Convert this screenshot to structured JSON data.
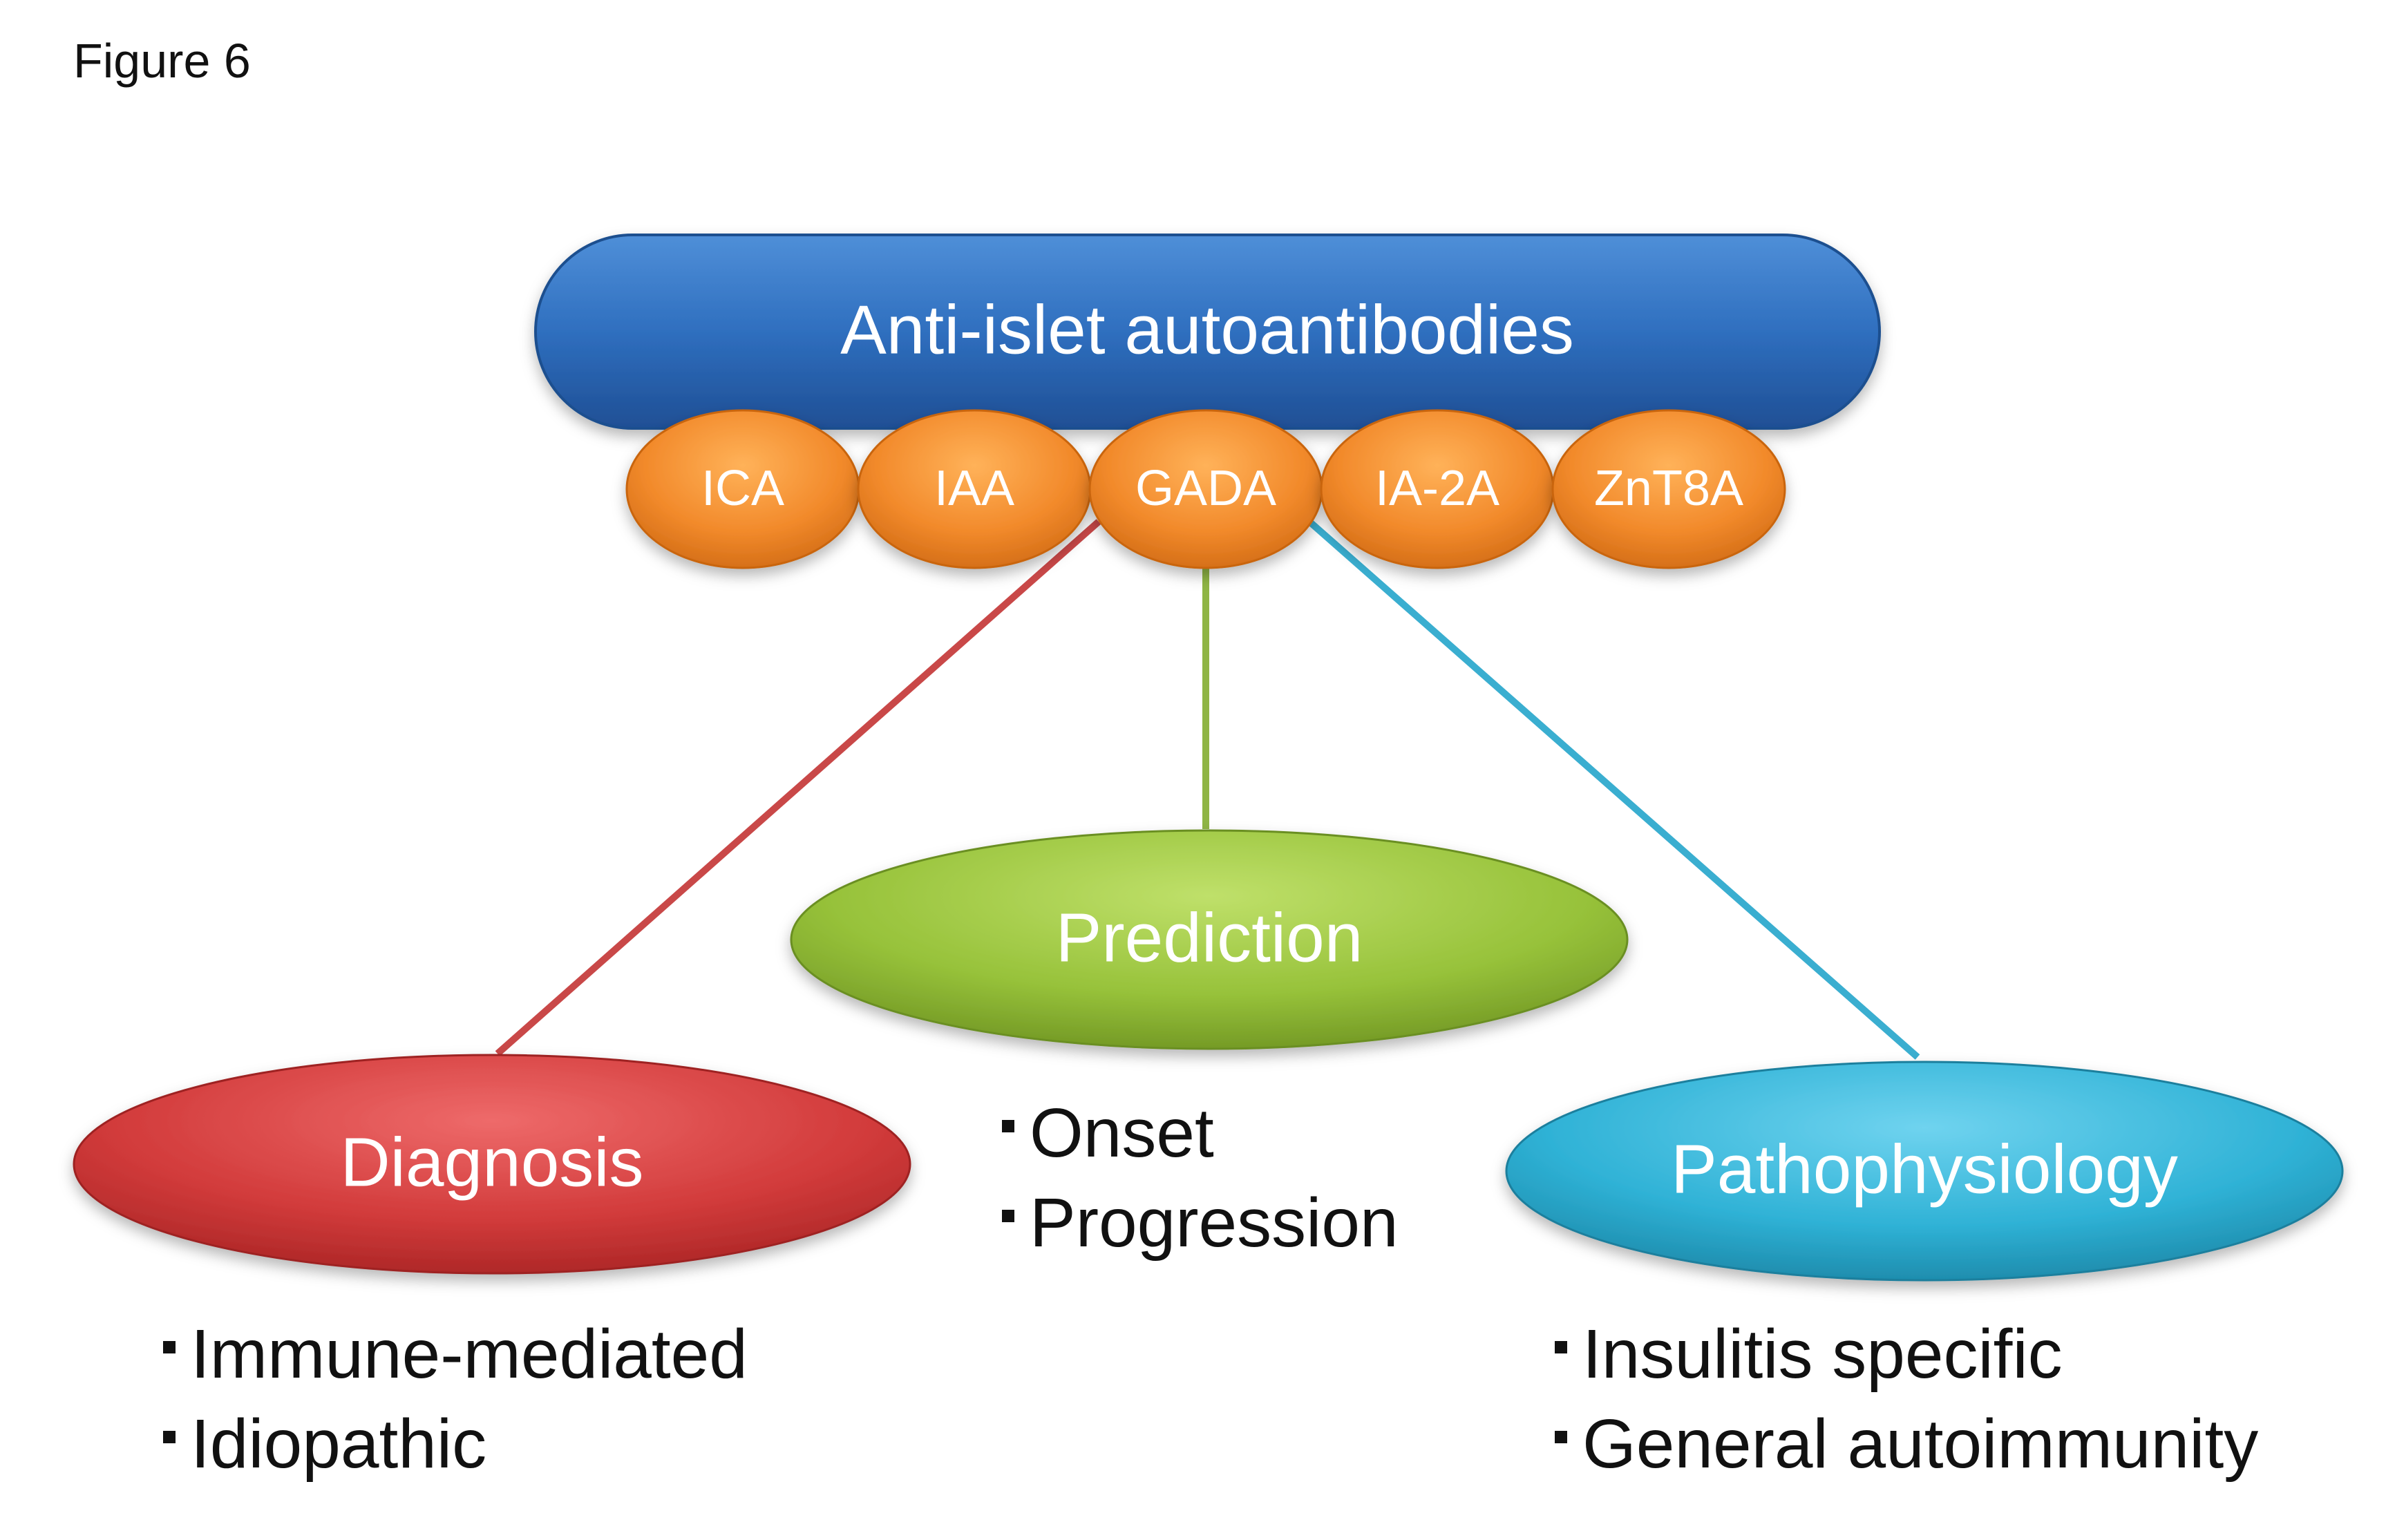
{
  "figure_label": "Figure 6",
  "header": {
    "label": "Anti-islet autoantibodies",
    "color": "#2f6fbf"
  },
  "antibodies": [
    {
      "label": "ICA"
    },
    {
      "label": "IAA"
    },
    {
      "label": "GADA"
    },
    {
      "label": "IA-2A"
    },
    {
      "label": "ZnT8A"
    }
  ],
  "antibody_color": "#f28a2b",
  "categories": {
    "diagnosis": {
      "label": "Diagnosis",
      "color": "#d23b3b",
      "items": [
        "Immune-mediated",
        "Idiopathic"
      ]
    },
    "prediction": {
      "label": "Prediction",
      "color": "#97c23a",
      "items": [
        "Onset",
        "Progression"
      ]
    },
    "pathophysiology": {
      "label": "Pathophysiology",
      "color": "#2fb2d6",
      "items": [
        "Insulitis specific",
        "General autoimmunity"
      ]
    }
  }
}
